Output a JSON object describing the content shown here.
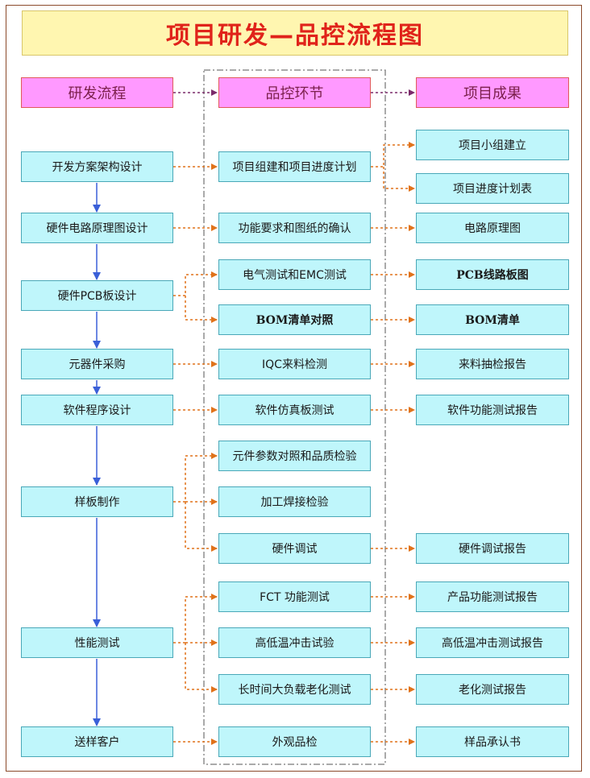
{
  "title": "项目研发—品控流程图",
  "headers": {
    "dev": "研发流程",
    "qc": "品控环节",
    "result": "项目成果"
  },
  "dev": {
    "d1": "开发方案架构设计",
    "d2": "硬件电路原理图设计",
    "d3": "硬件PCB板设计",
    "d4": "元器件采购",
    "d5": "软件程序设计",
    "d6": "样板制作",
    "d7": "性能测试",
    "d8": "送样客户"
  },
  "qc": {
    "q1": "项目组建和项目进度计划",
    "q2": "功能要求和图纸的确认",
    "q3": "电气测试和EMC测试",
    "q4": "BOM清单对照",
    "q5": "IQC来料检测",
    "q6": "软件仿真板测试",
    "q7": "元件参数对照和品质检验",
    "q8": "加工焊接检验",
    "q9": "硬件调试",
    "q10": "FCT 功能测试",
    "q11": "高低温冲击试验",
    "q12": "长时间大负载老化测试",
    "q13": "外观品检"
  },
  "result": {
    "r1": "项目小组建立",
    "r2": "项目进度计划表",
    "r3": "电路原理图",
    "r4": "PCB线路板图",
    "r5": "BOM清单",
    "r6": "来料抽检报告",
    "r7": "软件功能测试报告",
    "r8": "硬件调试报告",
    "r9": "产品功能测试报告",
    "r10": "高低温冲击测试报告",
    "r11": "老化测试报告",
    "r12": "样品承认书"
  },
  "colors": {
    "title_text": "#e0231a",
    "title_bg": "#fff6b0",
    "header_bg": "#ff99ff",
    "box_bg": "#bff6fb",
    "dev_arrow": "#3a5fd8",
    "qc_arrow": "#e0721a",
    "header_arrow": "#7a2a6a"
  }
}
